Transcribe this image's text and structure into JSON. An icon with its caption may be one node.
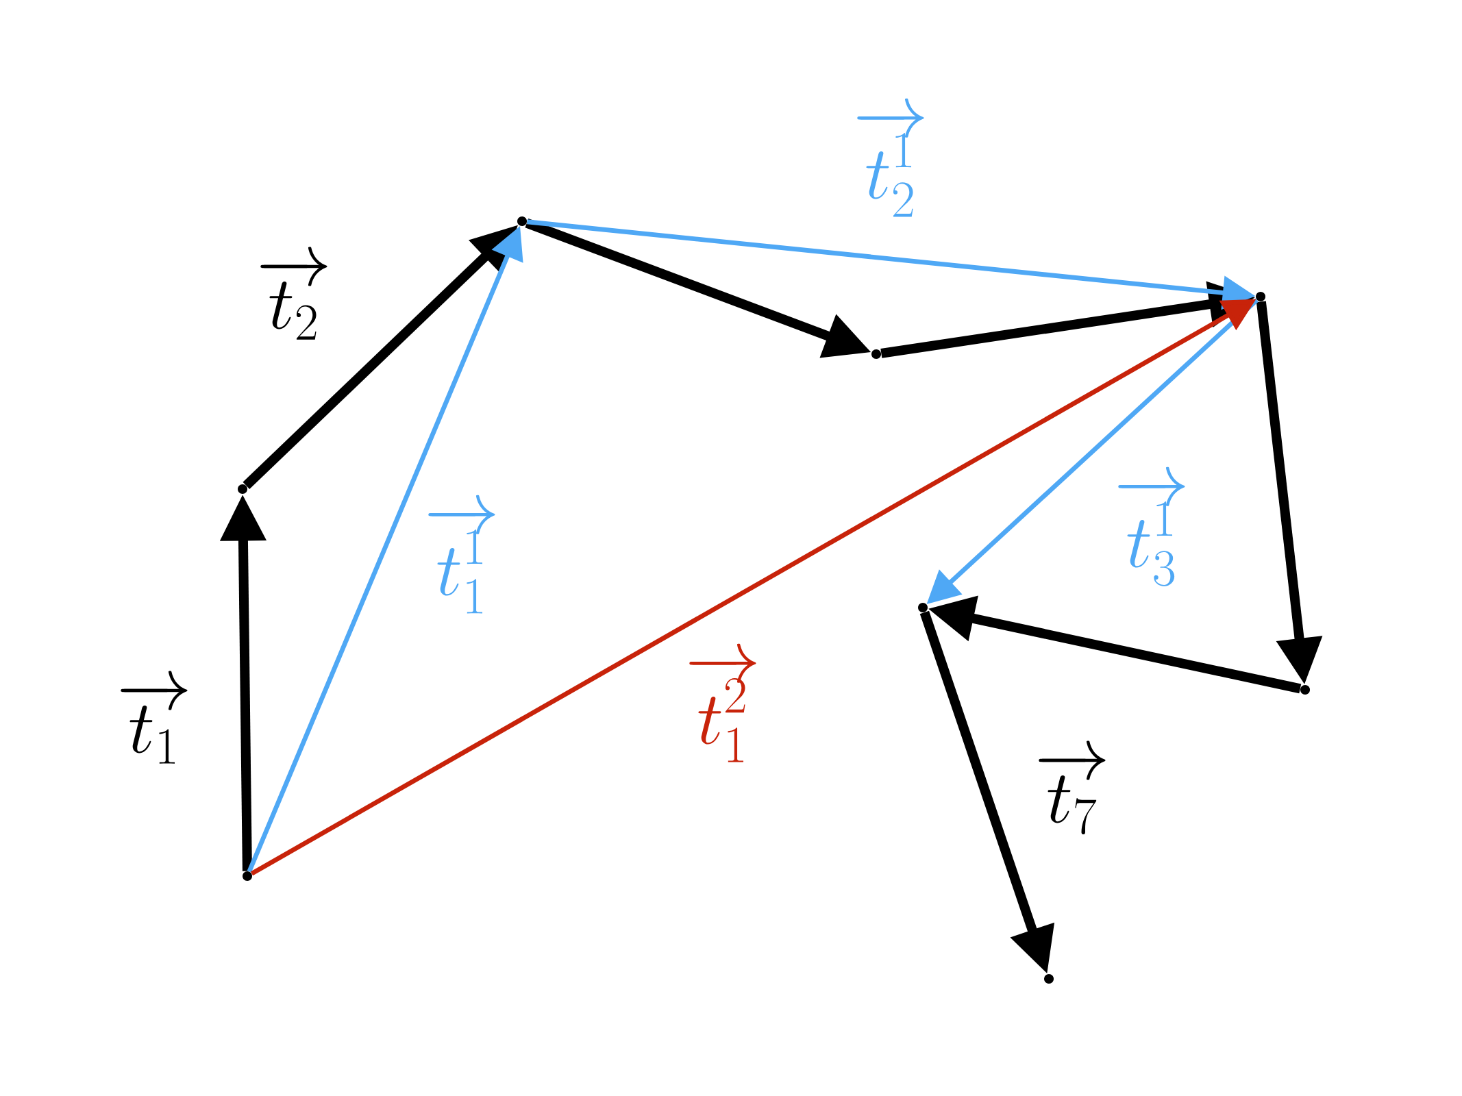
{
  "diagram": {
    "nodes": [
      {
        "text": [],
        "shape": "point"
      },
      {
        "text": [],
        "shape": "point"
      },
      {
        "text": [],
        "shape": "point"
      },
      {
        "text": [],
        "shape": "point"
      },
      {
        "text": [],
        "shape": "point"
      },
      {
        "text": [],
        "shape": "point"
      },
      {
        "text": [],
        "shape": "point"
      },
      {
        "text": [],
        "shape": "point"
      }
    ],
    "edges": [
      {
        "from": 1,
        "to": 0,
        "arrow": "to",
        "label": "\\overrightarrow{t_1}"
      },
      {
        "from": 0,
        "to": 2,
        "arrow": "to",
        "label": "\\overrightarrow{t_2}"
      },
      {
        "from": 2,
        "to": 3,
        "arrow": "to"
      },
      {
        "from": 3,
        "to": 6,
        "arrow": "to"
      },
      {
        "from": 6,
        "to": 7,
        "arrow": "to"
      },
      {
        "from": 7,
        "to": 4,
        "arrow": "to"
      },
      {
        "from": 4,
        "to": 5,
        "arrow": "to",
        "label": "\\overrightarrow{t_7}"
      },
      {
        "from": 1,
        "to": 2,
        "arrow": "to",
        "label": "\\overrightarrow{t_1^1}",
        "color": "#4fa8f5"
      },
      {
        "from": 2,
        "to": 6,
        "arrow": "to",
        "label": "\\overrightarrow{t_2^1}",
        "color": "#4fa8f5"
      },
      {
        "from": 6,
        "to": 4,
        "arrow": "to",
        "label": "\\overrightarrow{t_3^1}",
        "color": "#4fa8f5"
      },
      {
        "from": 1,
        "to": 6,
        "arrow": "to",
        "label": "\\overrightarrow{t_1^2}",
        "color": "#c8230a"
      }
    ]
  }
}
